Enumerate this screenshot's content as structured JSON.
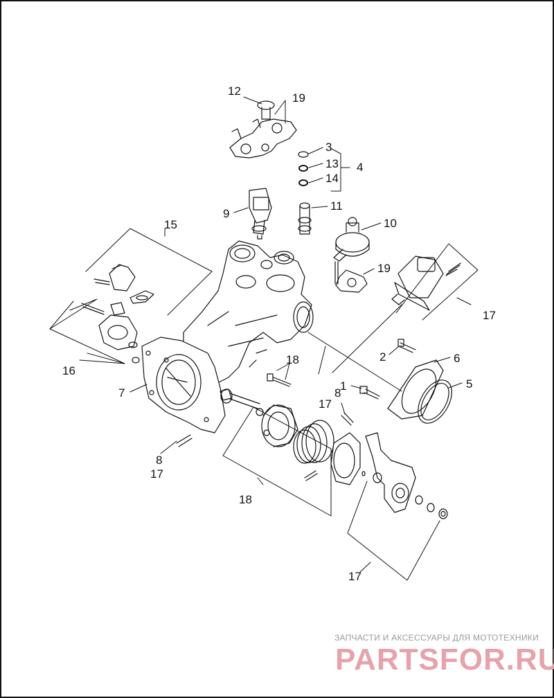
{
  "callouts": {
    "c12": "12",
    "c19a": "19",
    "c3": "3",
    "c13": "13",
    "c4": "4",
    "c14": "14",
    "c9": "9",
    "c11": "11",
    "c10": "10",
    "c15": "15",
    "c19b": "19",
    "c17a": "17",
    "c16": "16",
    "c2": "2",
    "c6": "6",
    "c18a": "18",
    "c1": "1",
    "c5": "5",
    "c7": "7",
    "c8a": "8",
    "c17b": "17",
    "c8b": "8",
    "c17c": "17",
    "c18b": "18",
    "c17d": "17"
  },
  "watermark": {
    "tagline": "ЗАПЧАСТИ И АКСЕССУАРЫ ДЛЯ МОТОТЕХНИКИ",
    "logo": "PARTSFOR.RU"
  },
  "colors": {
    "line": "#111111",
    "watermark_tagline": "#9a9a9a",
    "watermark_logo": "#e6a3ab"
  }
}
